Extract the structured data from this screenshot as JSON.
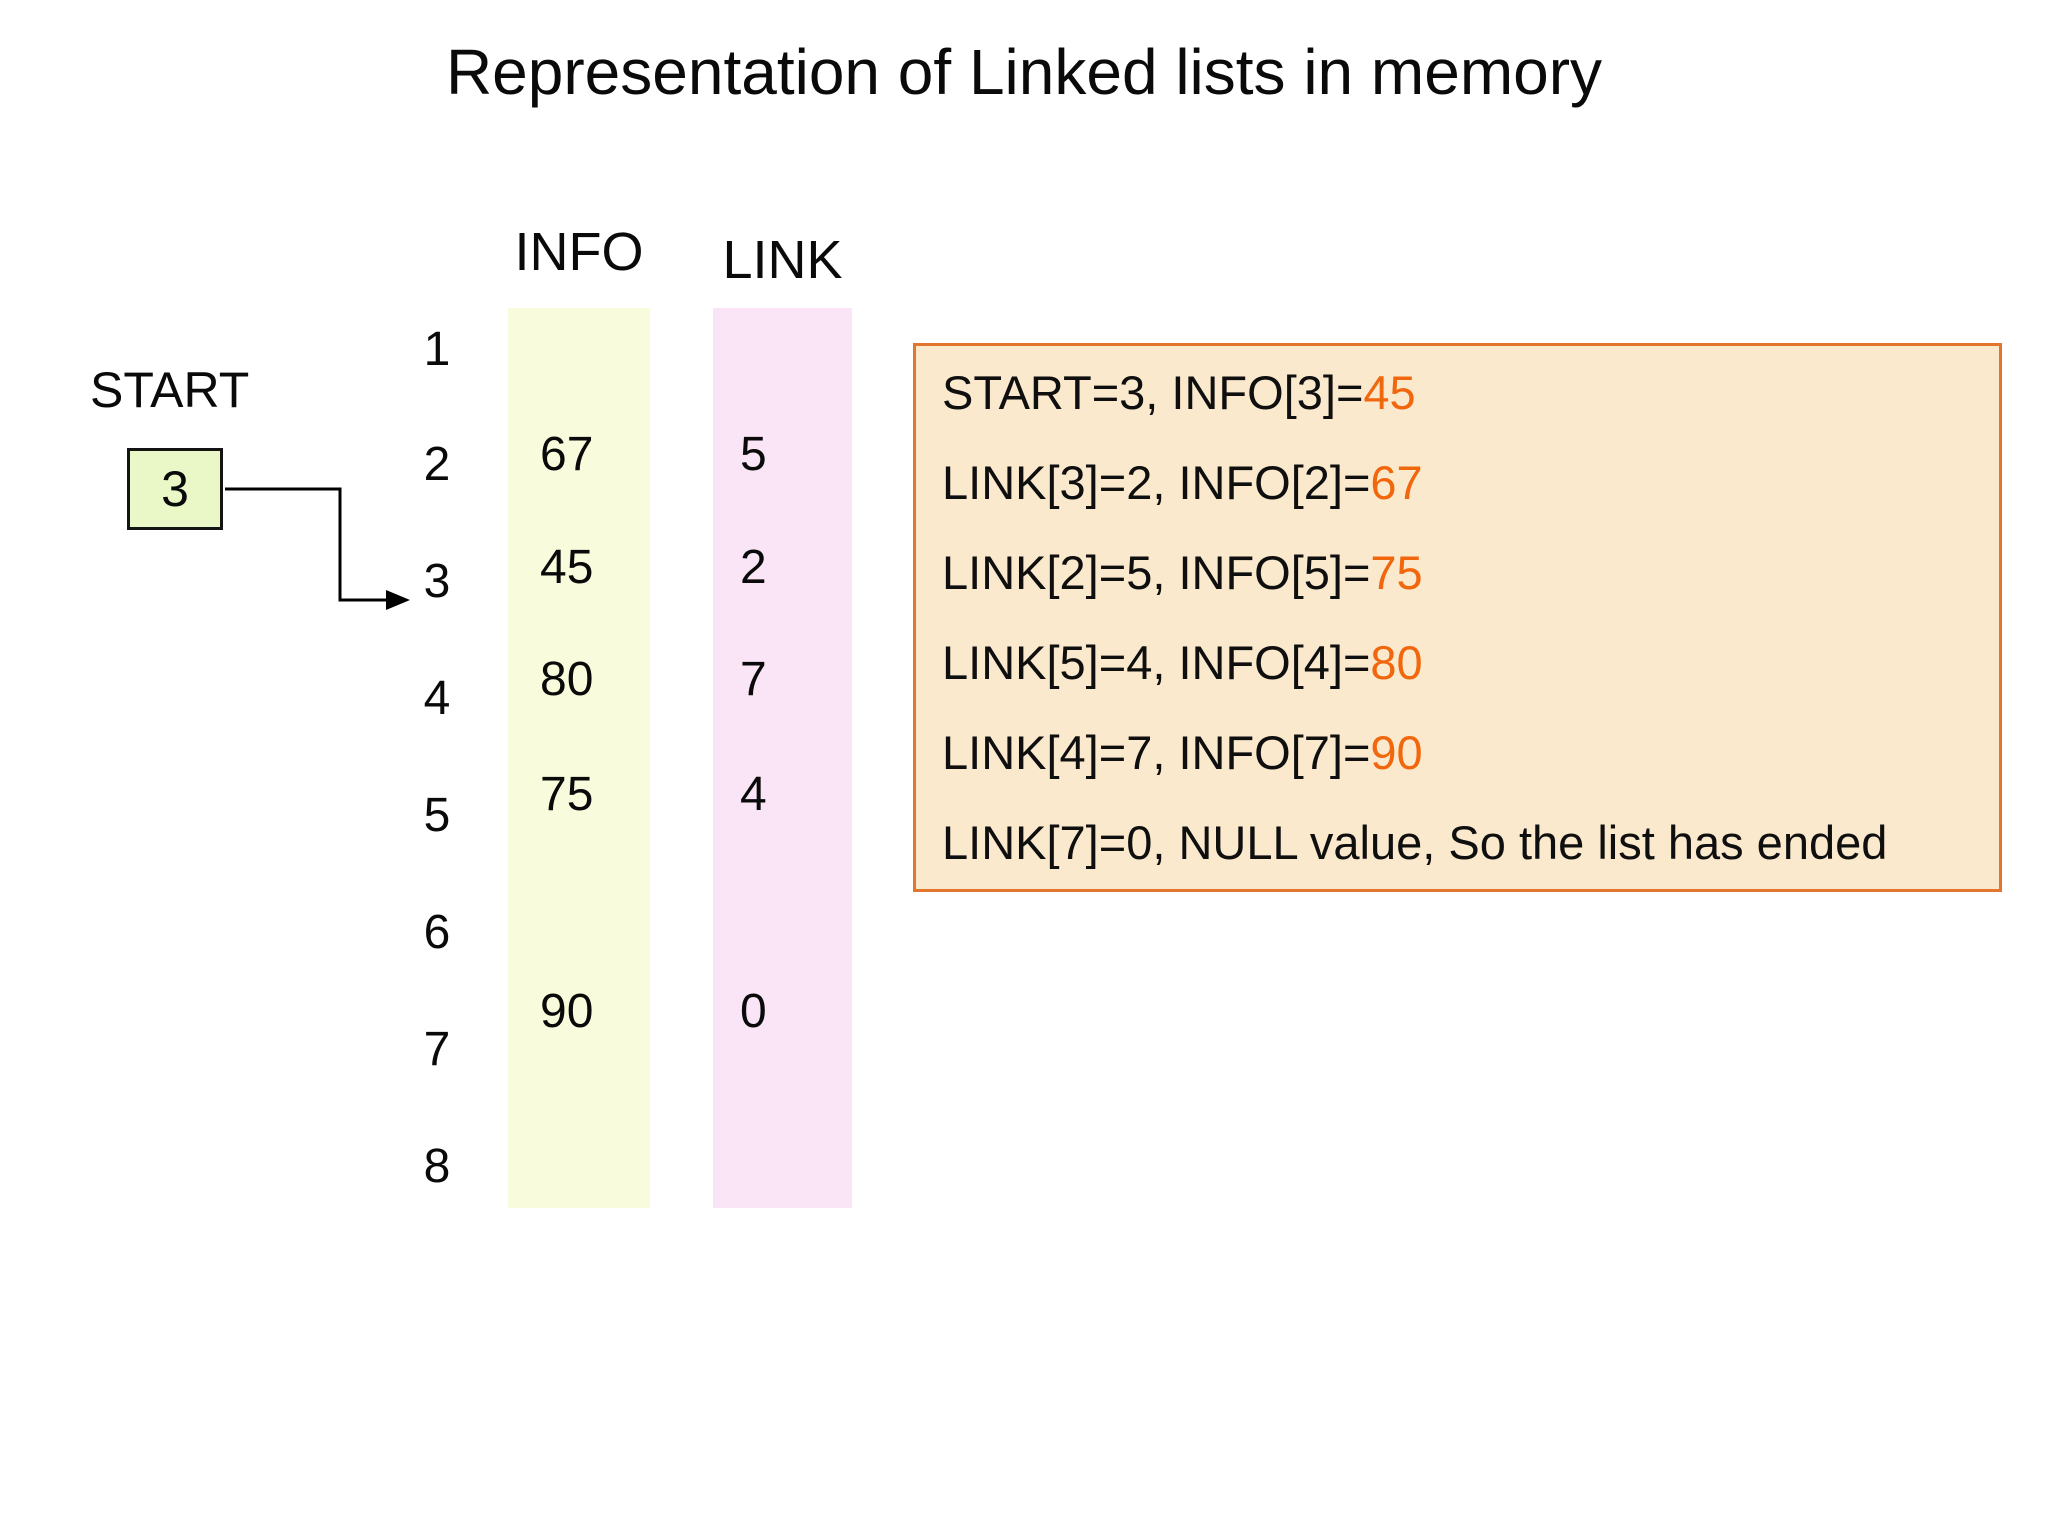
{
  "title": "Representation of Linked lists in memory",
  "colors": {
    "start_fill": "#EAF8C8",
    "info_fill": "#F9FCDC",
    "link_fill": "#FAE5F7",
    "note_fill": "#FBE9CD",
    "note_border": "#E2762C",
    "highlight": "#F1670D"
  },
  "start": {
    "label": "START",
    "value": "3"
  },
  "memory": {
    "info_header": "INFO",
    "link_header": "LINK",
    "rows": [
      {
        "index": "1",
        "info": "",
        "link": ""
      },
      {
        "index": "2",
        "info": "67",
        "link": "5"
      },
      {
        "index": "3",
        "info": "45",
        "link": "2"
      },
      {
        "index": "4",
        "info": "80",
        "link": "7"
      },
      {
        "index": "5",
        "info": "75",
        "link": "4"
      },
      {
        "index": "6",
        "info": "",
        "link": ""
      },
      {
        "index": "7",
        "info": "90",
        "link": "0"
      },
      {
        "index": "8",
        "info": "",
        "link": ""
      }
    ]
  },
  "note": {
    "lines": [
      {
        "text": "START=3, INFO[3]=",
        "value": "45"
      },
      {
        "text": "LINK[3]=2, INFO[2]=",
        "value": "67"
      },
      {
        "text": "LINK[2]=5, INFO[5]=",
        "value": "75"
      },
      {
        "text": "LINK[5]=4, INFO[4]=",
        "value": "80"
      },
      {
        "text": "LINK[4]=7, INFO[7]=",
        "value": "90"
      },
      {
        "text": "LINK[7]=0, NULL value, So the list has ended",
        "value": ""
      }
    ]
  }
}
